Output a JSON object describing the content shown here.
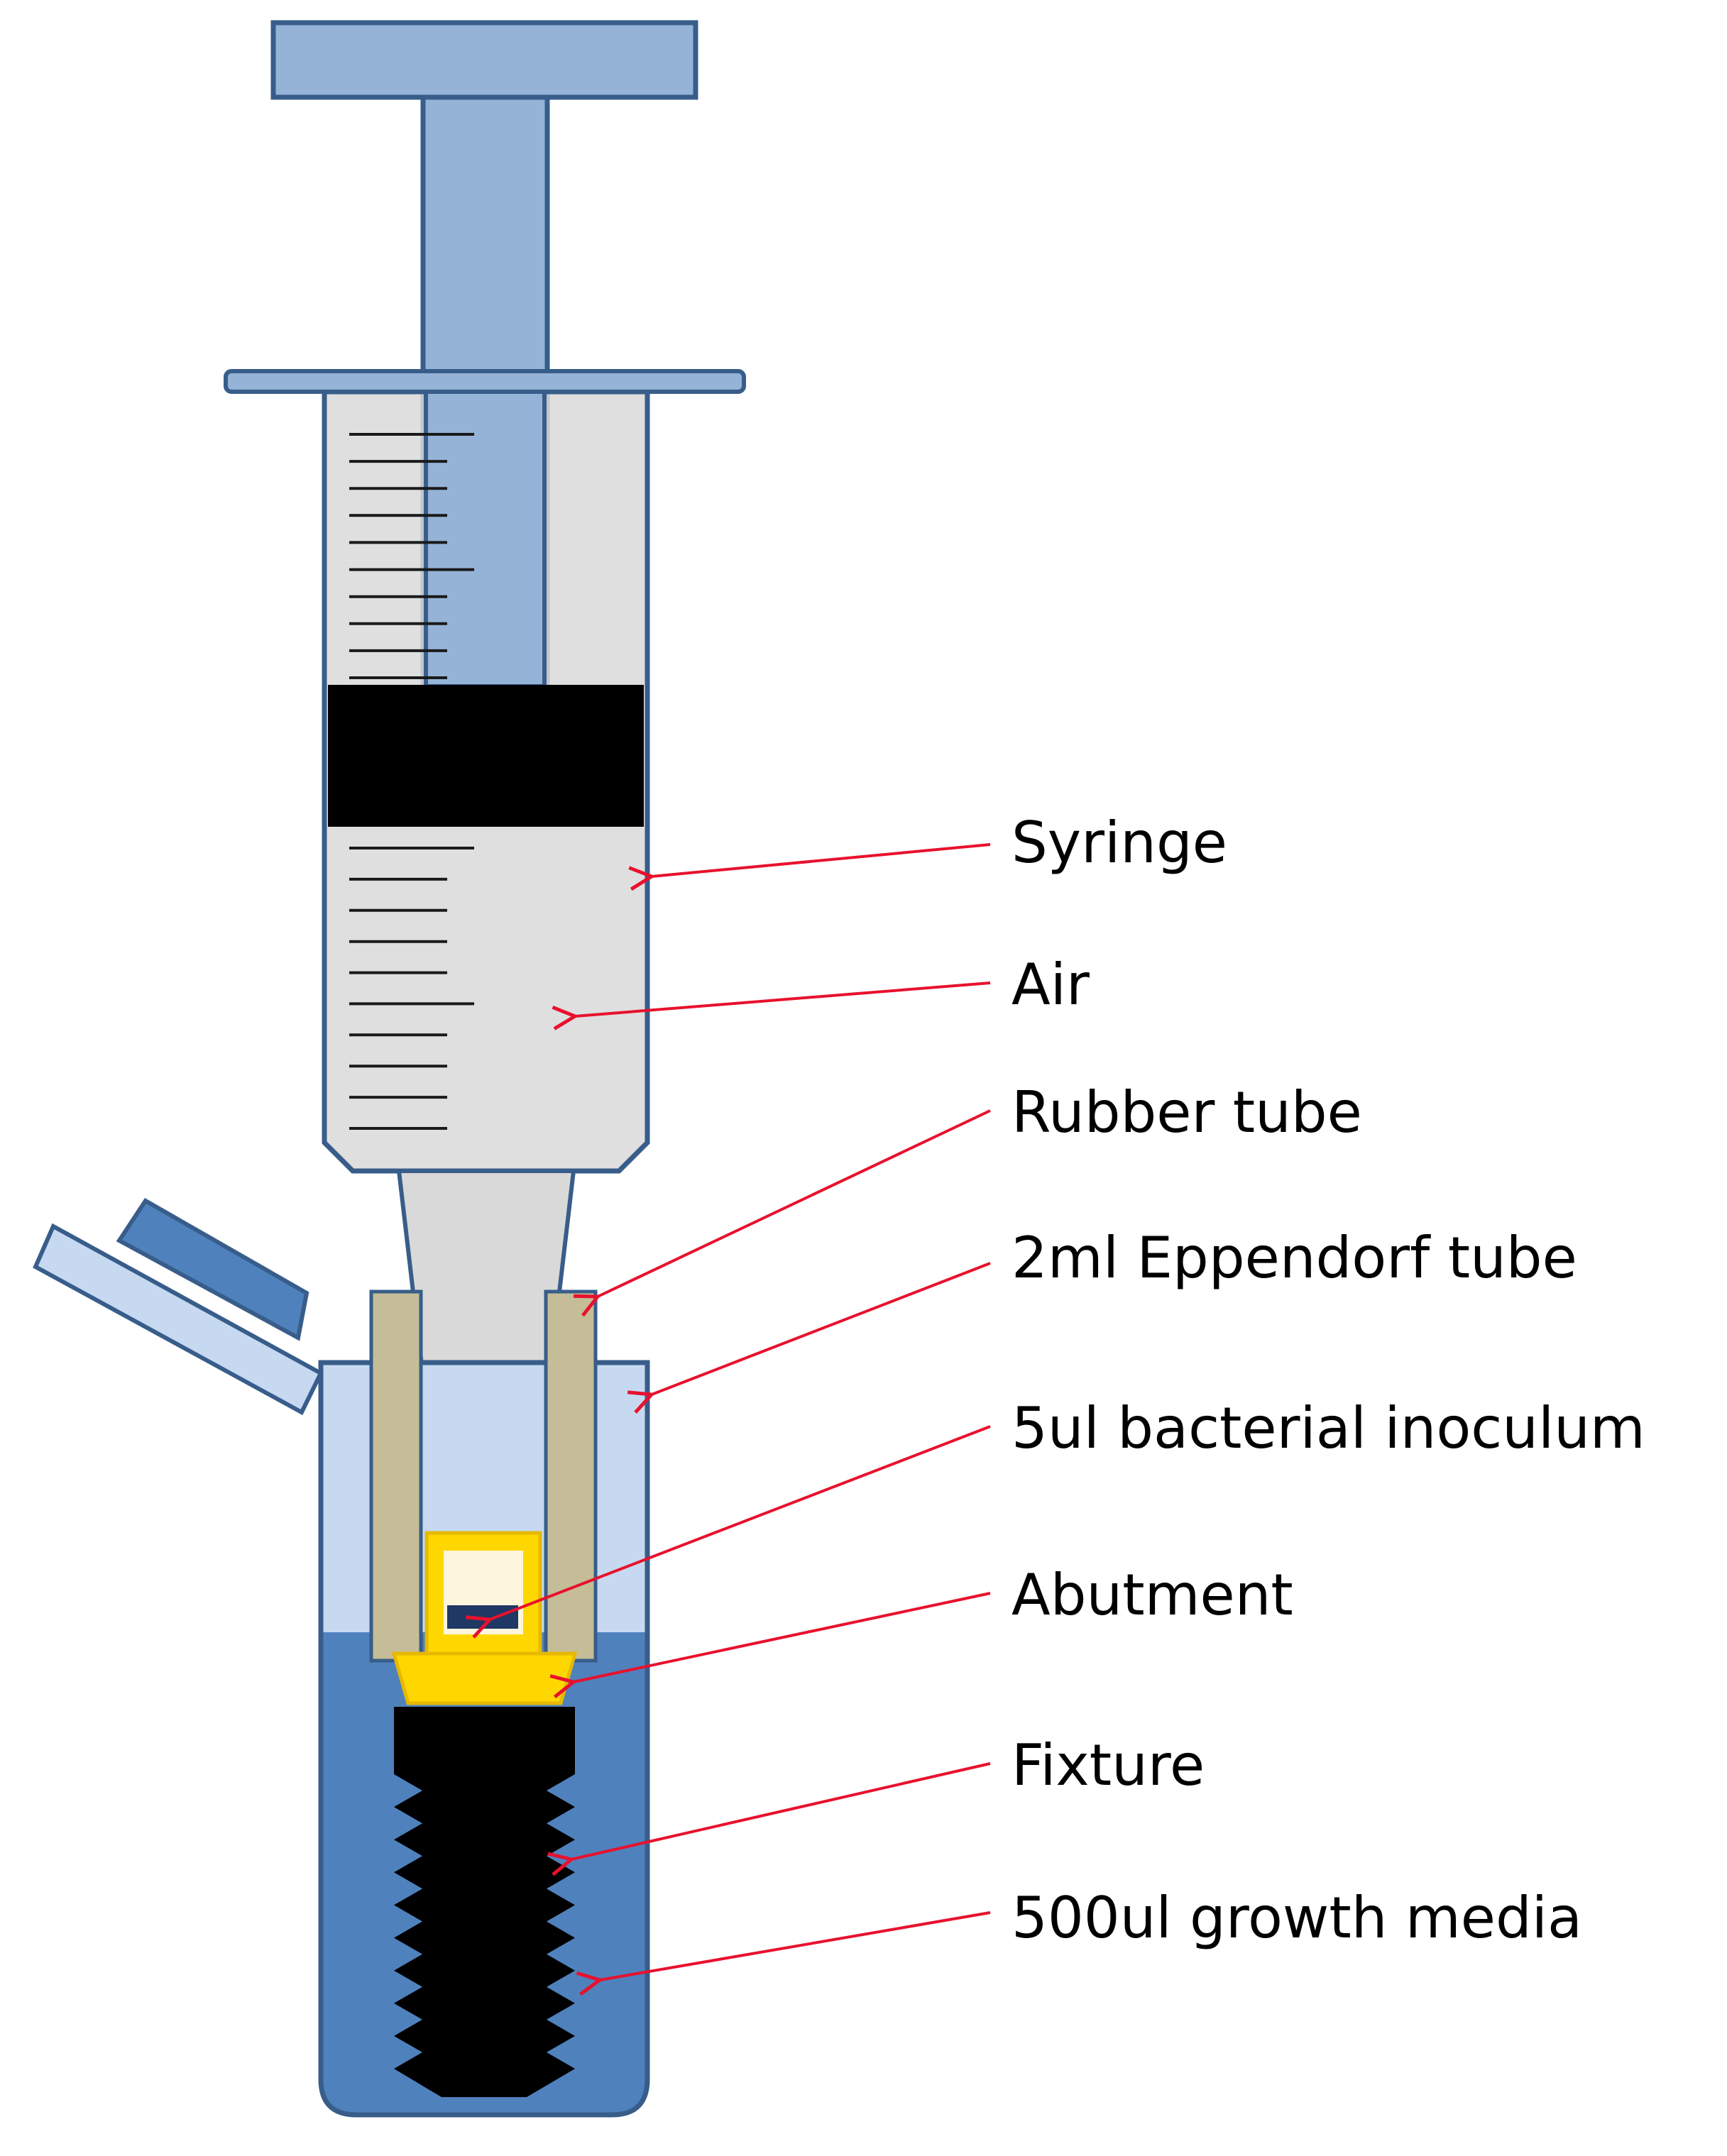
{
  "diagram": {
    "labels": [
      {
        "id": "syringe",
        "text": "Syringe"
      },
      {
        "id": "air",
        "text": "Air"
      },
      {
        "id": "rubber-tube",
        "text": "Rubber tube"
      },
      {
        "id": "eppendorf",
        "text": "2ml Eppendorf tube"
      },
      {
        "id": "inoculum",
        "text": "5ul bacterial inoculum"
      },
      {
        "id": "abutment",
        "text": "Abutment"
      },
      {
        "id": "fixture",
        "text": "Fixture"
      },
      {
        "id": "media",
        "text": "500ul growth media"
      }
    ],
    "colors": {
      "plunger": "#95b3d7",
      "plunger_stroke": "#385d8a",
      "barrel": "#d9d9d9",
      "stopper": "#000000",
      "eppendorf_body": "#c6d9f1",
      "cap": "#4f81bd",
      "rubber_tube": "#c4bd97",
      "media": "#4f81bd",
      "abutment": "#ffd700",
      "abutment_outline": "#e6b800",
      "inoculum_fill": "#fdf5dc",
      "inoculum_dot": "#1f3864",
      "fixture": "#000000",
      "arrow": "#e8112d",
      "label_text": "#000000"
    }
  }
}
